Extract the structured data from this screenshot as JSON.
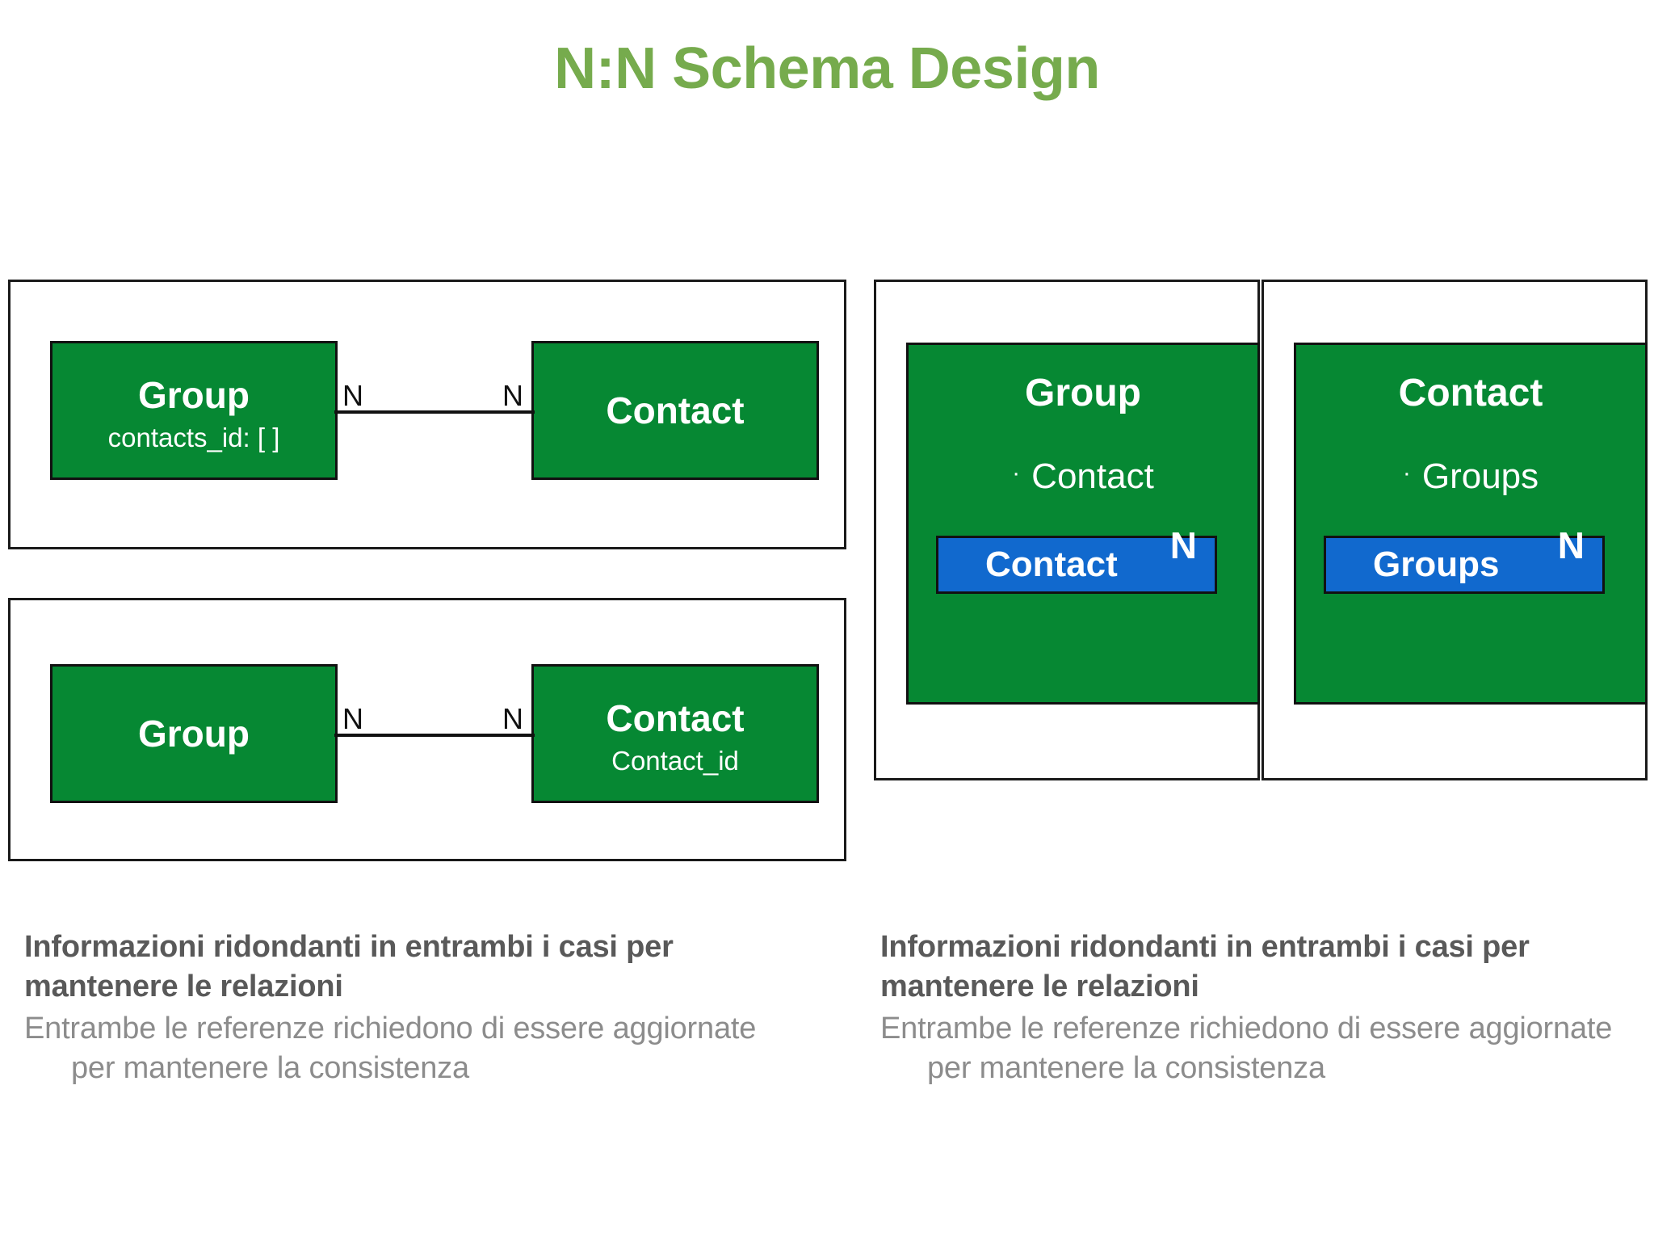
{
  "slide": {
    "title": "N:N Schema Design",
    "title_color": "#76ab4d",
    "background": "#ffffff"
  },
  "colors": {
    "entity_green": "#068833",
    "reference_blue": "#1169ce",
    "border_black": "#111111",
    "caption_bold_gray": "#595959",
    "caption_body_gray": "#8c8c8c"
  },
  "diagrams": {
    "left_top": {
      "left_entity": {
        "title": "Group",
        "subtitle": "contacts_id: [ ]"
      },
      "right_entity": {
        "title": "Contact",
        "subtitle": ""
      },
      "cardinality_left": "N",
      "cardinality_right": "N"
    },
    "left_bottom": {
      "left_entity": {
        "title": "Group",
        "subtitle": ""
      },
      "right_entity": {
        "title": "Contact",
        "subtitle": "Contact_id"
      },
      "cardinality_left": "N",
      "cardinality_right": "N"
    }
  },
  "documents": {
    "left": {
      "title": "Group",
      "bullet": "·",
      "field": "Contact",
      "reference_label": "Contact",
      "reference_cardinality": "N"
    },
    "right": {
      "title": "Contact",
      "bullet": "·",
      "field": "Groups",
      "reference_label": "Groups",
      "reference_cardinality": "N"
    }
  },
  "captions": {
    "left": {
      "bold": "Informazioni ridondanti in entrambi i casi per mantenere le relazioni",
      "body_line1": "Entrambe le referenze richiedono di essere aggiornate",
      "body_line2": "per mantenere la consistenza"
    },
    "right": {
      "bold": "Informazioni ridondanti in entrambi i casi per mantenere le relazioni",
      "body_line1": "Entrambe le referenze richiedono di essere aggiornate",
      "body_line2": "per mantenere la consistenza"
    }
  }
}
